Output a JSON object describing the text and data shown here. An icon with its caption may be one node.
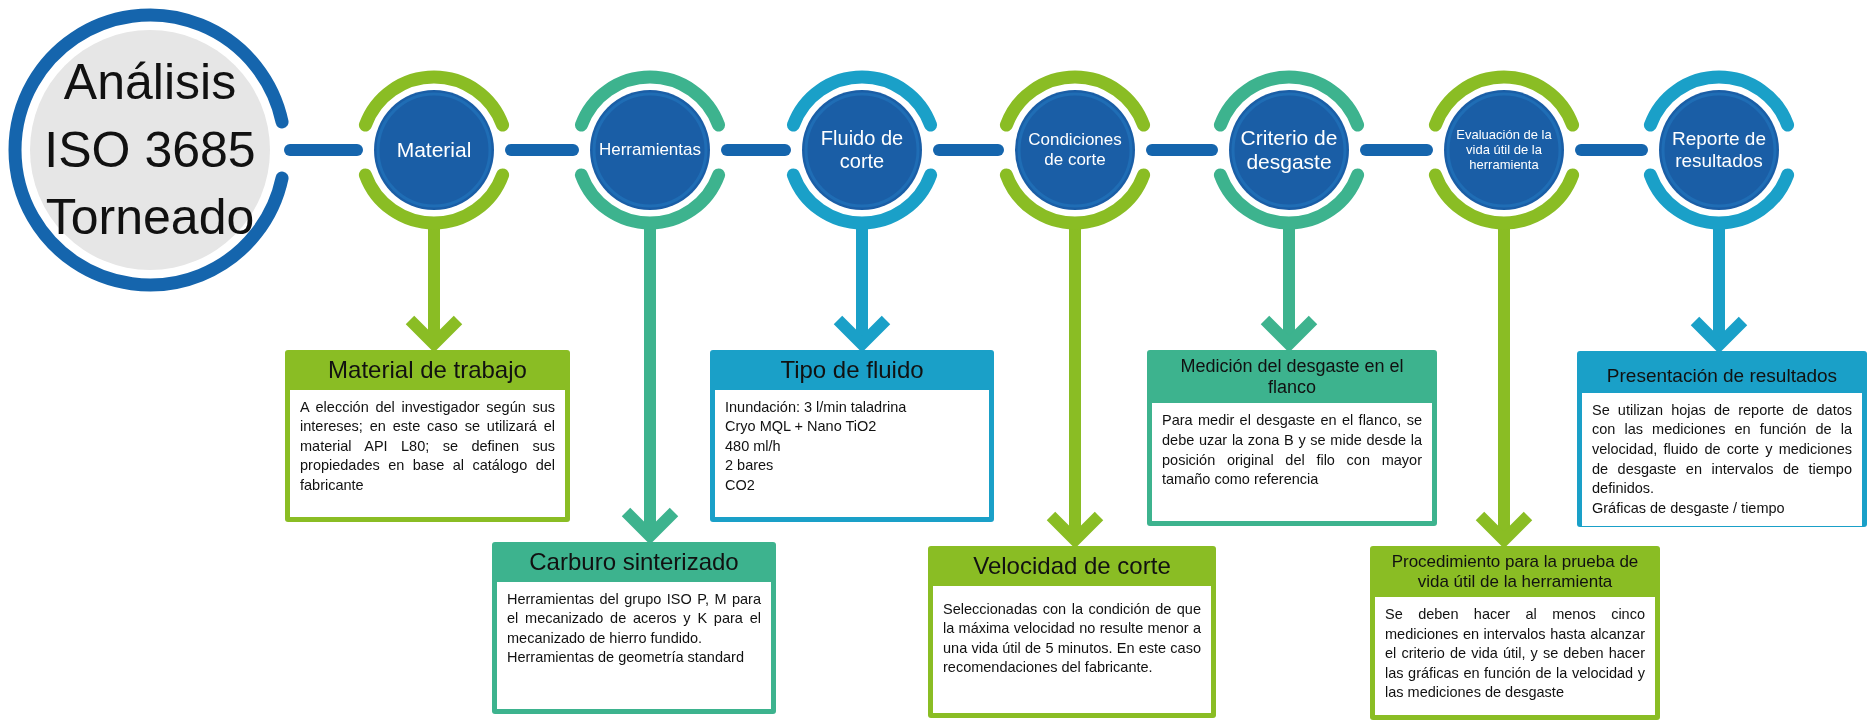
{
  "diagram": {
    "nodes": [
      {
        "text": [
          "Análisis ISO 3685 Torneado"
        ]
      },
      {
        "text": [
          "Material"
        ]
      },
      {
        "text": [
          "Herramientas"
        ]
      },
      {
        "text": [
          "Fluido de corte"
        ]
      },
      {
        "text": [
          "Condiciones de corte"
        ]
      },
      {
        "text": [
          "Criterio de desgaste"
        ]
      },
      {
        "text": [
          "Evaluación de la vida útil de la herramienta"
        ]
      },
      {
        "text": [
          "Reporte de resultados"
        ]
      },
      {
        "text": [
          "Material de trabajo",
          "A elección del investigador según sus intereses; en este caso se utilizará el material API L80; se definen sus propiedades en base al catálogo del fabricante"
        ]
      },
      {
        "text": [
          "Carburo sinterizado",
          "Herramientas del grupo ISO P, M para el mecanizado de aceros y K para el mecanizado de hierro fundido.",
          "Herramientas de geometría standard"
        ]
      },
      {
        "text": [
          "Tipo de fluido",
          "Inundación: 3 l/min taladrina",
          "Cryo MQL + Nano TiO2",
          "480 ml/h",
          "2 bares",
          "CO2"
        ]
      },
      {
        "text": [
          "Velocidad de corte",
          "Seleccionadas con la condición de que la máxima velocidad no resulte menor a una vida útil de 5 minutos. En este caso recomendaciones del fabricante."
        ]
      },
      {
        "text": [
          "Medición del desgaste en el flanco",
          "Para medir el desgaste en el flanco, se debe uzar la zona B y se mide desde la posición original del filo con mayor tamaño como referencia"
        ]
      },
      {
        "text": [
          "Procedimiento para la prueba de vida útil de la herramienta",
          "Se deben hacer al menos cinco mediciones en intervalos hasta alcanzar el criterio de vida útil, y se deben hacer las gráficas en función de la velocidad y las mediciones de desgaste"
        ]
      },
      {
        "text": [
          "Presentación de resultados",
          "Se utilizan hojas de reporte de datos con las mediciones en función de la velocidad, fluido de corte y mediciones de desgaste en intervalos de tiempo definidos.",
          "Gráficas de desgaste / tiempo"
        ]
      }
    ],
    "edges": [
      {
        "from": 0,
        "to": 1,
        "arrow": "none"
      },
      {
        "from": 1,
        "to": 2,
        "arrow": "none"
      },
      {
        "from": 2,
        "to": 3,
        "arrow": "none"
      },
      {
        "from": 3,
        "to": 4,
        "arrow": "none"
      },
      {
        "from": 4,
        "to": 5,
        "arrow": "none"
      },
      {
        "from": 5,
        "to": 6,
        "arrow": "none"
      },
      {
        "from": 6,
        "to": 7,
        "arrow": "none"
      },
      {
        "from": 1,
        "to": 8,
        "arrow": "to",
        "color": "#8abd24"
      },
      {
        "from": 2,
        "to": 9,
        "arrow": "to",
        "color": "#3db38e"
      },
      {
        "from": 3,
        "to": 10,
        "arrow": "to",
        "color": "#1aa0c8"
      },
      {
        "from": 4,
        "to": 11,
        "arrow": "to",
        "color": "#8abd24"
      },
      {
        "from": 5,
        "to": 12,
        "arrow": "to",
        "color": "#3db38e"
      },
      {
        "from": 6,
        "to": 13,
        "arrow": "to",
        "color": "#8abd24"
      },
      {
        "from": 7,
        "to": 14,
        "arrow": "to",
        "color": "#1aa0c8"
      }
    ]
  }
}
